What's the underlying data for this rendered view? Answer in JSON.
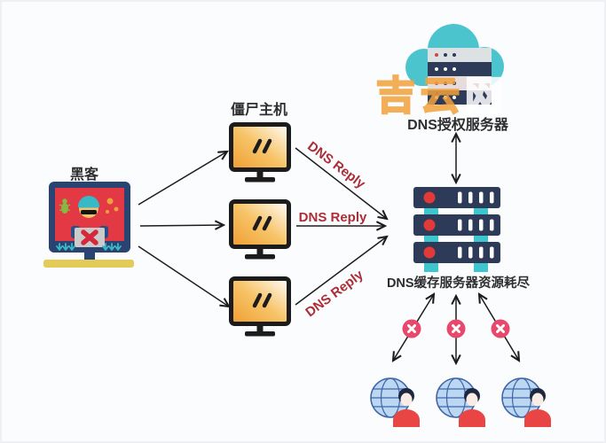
{
  "watermark": {
    "chars": [
      "吉",
      "云",
      "网"
    ]
  },
  "labels": {
    "hacker": "黑客",
    "zombie_hosts": "僵尸主机",
    "auth_server": "DNS授权服务器",
    "cache_server_exhausted": "DNS缓存服务器资源耗尽"
  },
  "arrow_labels": {
    "dns_reply": [
      "DNS Reply",
      "DNS Reply",
      "DNS Reply"
    ]
  },
  "counts": {
    "zombie_monitors": 3,
    "blocked_users": 3
  },
  "colors": {
    "background": "#fbfcfe",
    "arrow": "#1c1c1c",
    "dns_reply_text": "#ab2e36",
    "monitor_screen_orange": "#ef9d30",
    "teal": "#41c3cd",
    "server_navy": "#2d3a58",
    "server_dot_red": "#e23939",
    "blocked_badge_pink": "#e8486b",
    "hacker_screen_red": "#e23944",
    "hacker_base_yellow": "#e2cb56",
    "globe_blue": "#bcd7f2",
    "user_shirt_red": "#ea4545",
    "watermark_orange": "#f2a23c"
  }
}
